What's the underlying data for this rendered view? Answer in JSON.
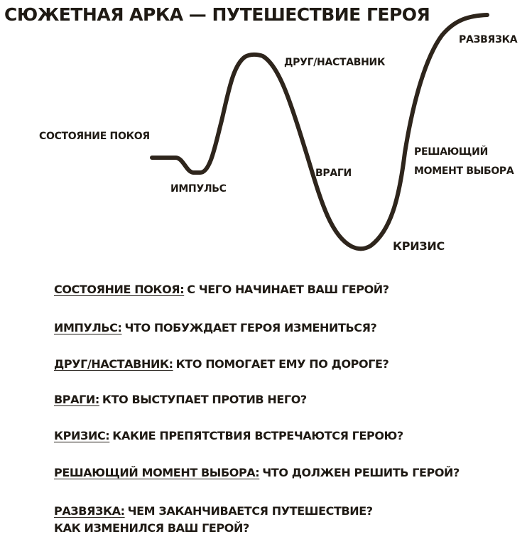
{
  "title": "СЮЖЕТНАЯ АРКА — ПУТЕШЕСТВИЕ ГЕРОЯ",
  "colors": {
    "ink": "#1f1a14",
    "curve": "#2e251c",
    "background": "#ffffff"
  },
  "diagram": {
    "type": "story-arc-curve",
    "labels": [
      {
        "id": "rest",
        "text": "СОСТОЯНИЕ ПОКОЯ"
      },
      {
        "id": "impulse",
        "text": "ИМПУЛЬС"
      },
      {
        "id": "mentor",
        "text": "ДРУГ/НАСТАВНИК"
      },
      {
        "id": "enemies",
        "text": "ВРАГИ"
      },
      {
        "id": "crisis",
        "text": "КРИЗИС"
      },
      {
        "id": "decision_1",
        "text": "РЕШАЮЩИЙ"
      },
      {
        "id": "decision_2",
        "text": "МОМЕНТ ВЫБОРА"
      },
      {
        "id": "resolution",
        "text": "РАЗВЯЗКА"
      }
    ]
  },
  "questions": [
    {
      "term": "СОСТОЯНИЕ ПОКОЯ:",
      "answer": "С ЧЕГО НАЧИНАЕТ ВАШ ГЕРОЙ?"
    },
    {
      "term": "ИМПУЛЬС:",
      "answer": "ЧТО ПОБУЖДАЕТ ГЕРОЯ ИЗМЕНИТЬСЯ?"
    },
    {
      "term": "ДРУГ/НАСТАВНИК:",
      "answer": "КТО ПОМОГАЕТ ЕМУ ПО ДОРОГЕ?"
    },
    {
      "term": "ВРАГИ:",
      "answer": "КТО ВЫСТУПАЕТ ПРОТИВ НЕГО?"
    },
    {
      "term": "КРИЗИС:",
      "answer": "КАКИЕ ПРЕПЯТСТВИЯ ВСТРЕЧАЮТСЯ ГЕРОЮ?"
    },
    {
      "term": "РЕШАЮЩИЙ МОМЕНТ ВЫБОРА:",
      "answer": "ЧТО ДОЛЖЕН РЕШИТЬ ГЕРОЙ?"
    },
    {
      "term": "РАЗВЯЗКА:",
      "answer": "ЧЕМ ЗАКАНЧИВАЕТСЯ ПУТЕШЕСТВИЕ?",
      "answer_line2": "КАК ИЗМЕНИЛСЯ ВАШ ГЕРОЙ?"
    }
  ]
}
